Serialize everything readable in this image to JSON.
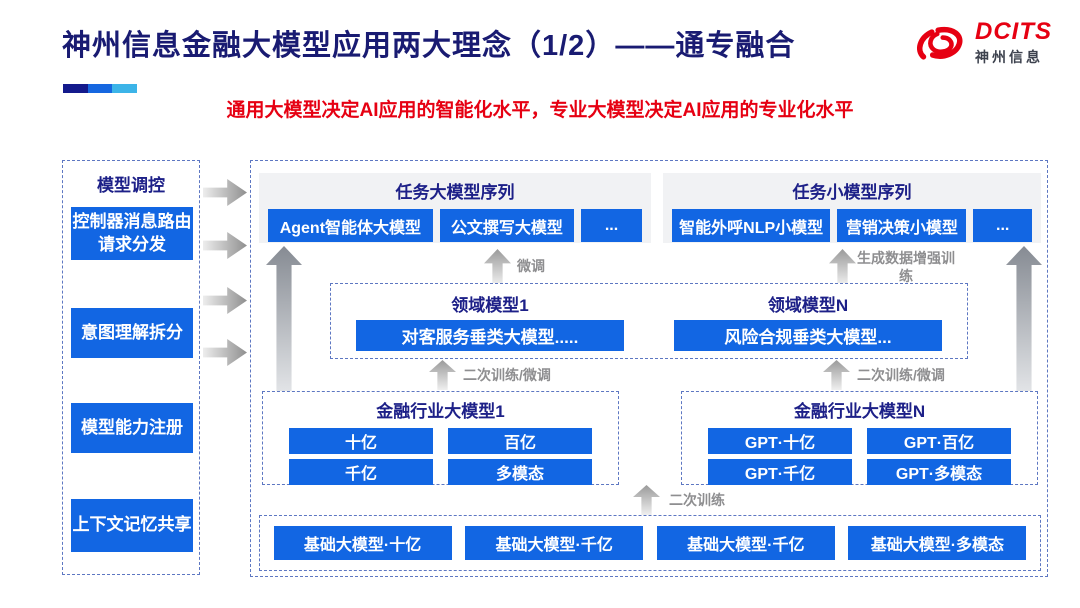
{
  "header": {
    "title": "神州信息金融大模型应用两大理念（1/2）——通专融合",
    "subtitle": "通用大模型决定AI应用的智能化水平，专业大模型决定AI应用的专业化水平",
    "logo_brand": "DCITS",
    "logo_cn": "神州信息"
  },
  "colors": {
    "primary_blue": "#1266E3",
    "navy_heading": "#1D2088",
    "brand_red": "#E60012",
    "accent_segments": [
      "#141A8C",
      "#1667E0",
      "#3CB4E8"
    ],
    "arrow_gray": "#9A9A9A"
  },
  "sidebar": {
    "title": "模型调控",
    "items": [
      "控制器消息路由请求分发",
      "意图理解拆分",
      "模型能力注册",
      "上下文记忆共享"
    ]
  },
  "flow": {
    "task_large": {
      "title": "任务大模型序列",
      "items": [
        "Agent智能体大模型",
        "公文撰写大模型",
        "..."
      ]
    },
    "task_small": {
      "title": "任务小模型序列",
      "items": [
        "智能外呼NLP小模型",
        "营销决策小模型",
        "..."
      ]
    },
    "domain_models": [
      {
        "title": "领域模型1",
        "item": "对客服务垂类大模型....."
      },
      {
        "title": "领域模型N",
        "item": "风险合规垂类大模型..."
      }
    ],
    "industry_models": [
      {
        "title": "金融行业大模型1",
        "items": [
          "十亿",
          "百亿",
          "千亿",
          "多模态"
        ]
      },
      {
        "title": "金融行业大模型N",
        "items": [
          "GPT·十亿",
          "GPT·百亿",
          "GPT·千亿",
          "GPT·多模态"
        ]
      }
    ],
    "base_models": [
      "基础大模型·十亿",
      "基础大模型·千亿",
      "基础大模型·千亿",
      "基础大模型·多模态"
    ],
    "arrow_labels": {
      "fine_tune": "微调",
      "gen_data_train": "生成数据增强训练",
      "retrain_finetune_left": "二次训练/微调",
      "retrain_finetune_right": "二次训练/微调",
      "retrain": "二次训练"
    }
  }
}
